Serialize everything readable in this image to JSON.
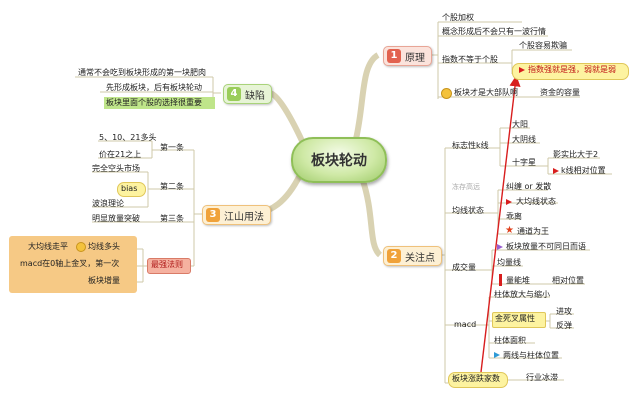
{
  "center_title": "板块轮动",
  "topics": {
    "principle": {
      "num": "1",
      "label": "原理"
    },
    "focus": {
      "num": "2",
      "label": "关注点"
    },
    "jiangshan": {
      "num": "3",
      "label": "江山用法"
    },
    "defects": {
      "num": "4",
      "label": "缺陷"
    }
  },
  "principle": {
    "p1": "个股加权",
    "p2": "概念形成后不会只有一波行情",
    "p3": "指数不等于个股",
    "p3a": "个股容易欺骗",
    "p3b": "指数强就是强，弱就是弱",
    "p4": "板块才是大部队啊",
    "p4a": "资金的容量"
  },
  "defects": {
    "d1": "通常不会吃到板块形成的第一块肥肉",
    "d2": "先形成板块，后有板块轮动",
    "d3": "板块里面个股的选择很重要"
  },
  "jiangshan": {
    "b1": "第一条",
    "b1a": "5、10、21多头",
    "b1b": "价在21之上",
    "b2": "第二条",
    "b2a": "完全空头市场",
    "b2b": "bias",
    "b2c": "波浪理论",
    "b3": "第三条",
    "b3a": "明显放量突破",
    "b4": "最强法则",
    "b4a": "大均线走平",
    "b4b": "均线多头",
    "b4c": "macd在0轴上金叉，第一次",
    "b4d": "板块增量"
  },
  "focus": {
    "kline": "标志性k线",
    "k1": "大阳",
    "k2": "大阴线",
    "k3": "十字星",
    "k3a": "影实比大于2",
    "k3b": "k线相对位置",
    "ma_state": "均线状态",
    "m0": "冻存高远",
    "m1": "纠缠 or 发散",
    "m2": "大均线状态",
    "m3": "乖离",
    "m4": "通道为王",
    "volume": "成交量",
    "v1": "板块放量不可同日而语",
    "v2": "均量线",
    "v3": "量能堆",
    "v3a": "相对位置",
    "macd": "macd",
    "c1": "柱体放大与缩小",
    "c2": "金死叉属性",
    "c2a": "进攻",
    "c2b": "反弹",
    "c3": "柱体面积",
    "c4": "两线与柱体位置",
    "breadth": "板块涨跌家数",
    "breadth_a": "行业冰滞"
  },
  "colors": {
    "principle": "#e2624f",
    "focus": "#f0a23a",
    "jiangshan": "#f0a23a",
    "defects": "#9acd5a",
    "line": "#cfc9a8",
    "arrow": "#d81e1e"
  }
}
